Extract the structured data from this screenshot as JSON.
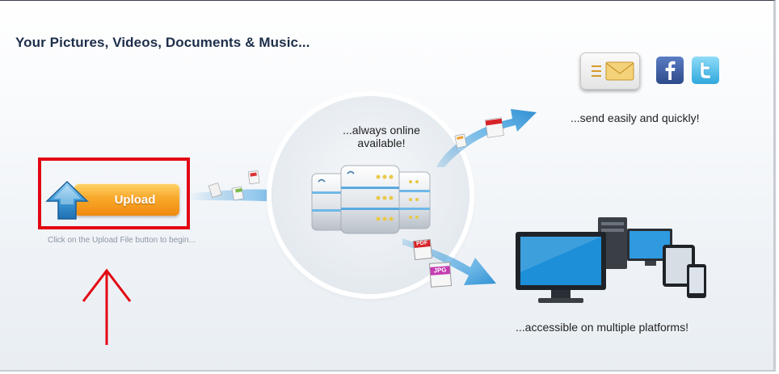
{
  "headline": "Your Pictures, Videos, Documents & Music...",
  "upload": {
    "label": "Upload",
    "hint": "Click on the Upload File button to begin..."
  },
  "captions": {
    "online": "...always online available!",
    "send": "...send easily and quickly!",
    "platforms": "...accessible on multiple platforms!"
  },
  "file_badges": {
    "pdf": "PDF",
    "jpg": "JPG"
  },
  "icons": [
    "upload-arrow-icon",
    "server-icon",
    "mail-icon",
    "facebook-icon",
    "twitter-icon",
    "monitor-icon",
    "tablet-icon",
    "phone-icon"
  ],
  "colors": {
    "headline": "#1d2e4a",
    "upload_orange": "#f8a92b",
    "flow_blue": "#2f8fd2",
    "highlight_red": "#e30613",
    "facebook_blue": "#3b5998",
    "twitter_blue": "#4fc3f0"
  }
}
